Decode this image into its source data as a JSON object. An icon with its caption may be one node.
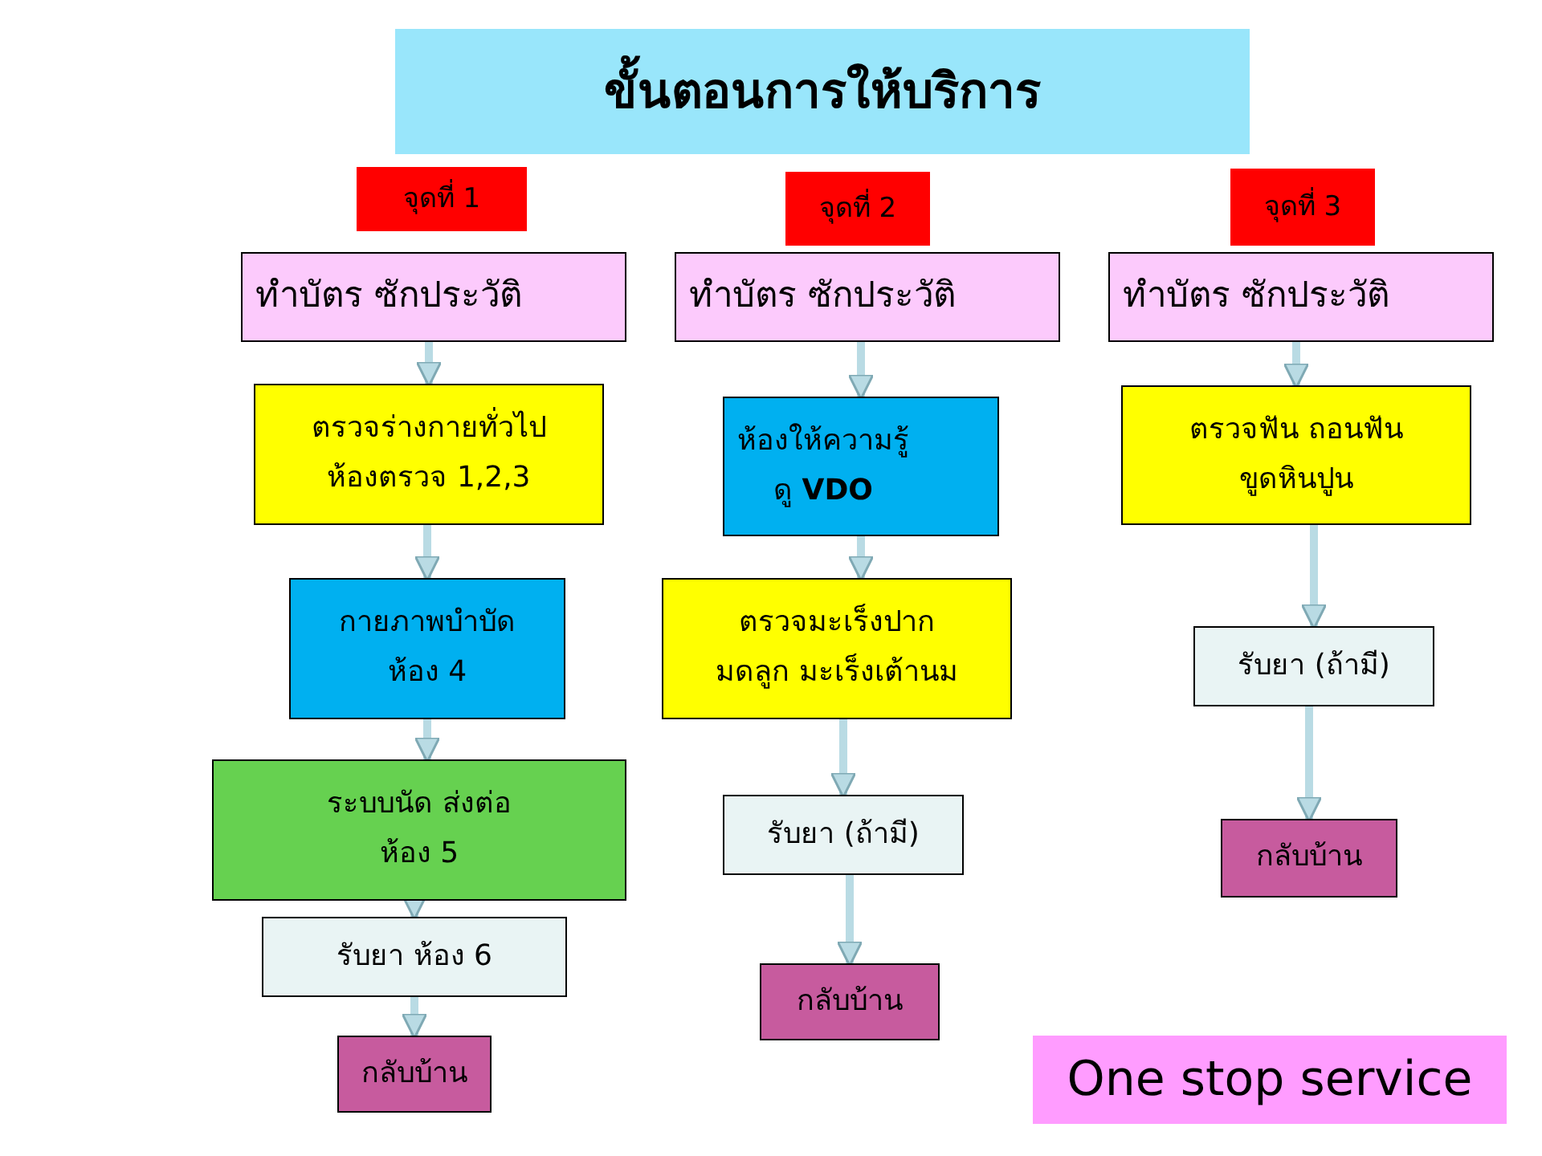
{
  "diagram": {
    "nodes": [
      {
        "text": [
          "ขั้นตอนการให้บริการ"
        ]
      },
      {
        "text": [
          "จุดที่ 1"
        ]
      },
      {
        "text": [
          "ทำบัตร ซักประวัติ"
        ]
      },
      {
        "text": [
          "ตรวจร่างกายทั่วไป ห้องตรวจ 1,2,3"
        ]
      },
      {
        "text": [
          "กายภาพบำบัด ห้อง 4"
        ]
      },
      {
        "text": [
          "ระบบนัด ส่งต่อ ห้อง 5"
        ]
      },
      {
        "text": [
          "รับยา ห้อง 6"
        ]
      },
      {
        "text": [
          "กลับบ้าน"
        ]
      },
      {
        "text": [
          "จุดที่ 2"
        ]
      },
      {
        "text": [
          "ทำบัตร ซักประวัติ"
        ]
      },
      {
        "text": [
          "ห้องให้ความรู้ ดู **VDO**"
        ]
      },
      {
        "text": [
          "ตรวจมะเร็งปาก มดลูก มะเร็งเต้านม"
        ]
      },
      {
        "text": [
          "รับยา (ถ้ามี)"
        ]
      },
      {
        "text": [
          "กลับบ้าน"
        ]
      },
      {
        "text": [
          "จุดที่ 3"
        ]
      },
      {
        "text": [
          "ทำบัตร ซักประวัติ"
        ]
      },
      {
        "text": [
          "ตรวจฟัน ถอนฟัน ขูดหินปูน"
        ]
      },
      {
        "text": [
          "รับยา (ถ้ามี)"
        ]
      },
      {
        "text": [
          "กลับบ้าน"
        ]
      },
      {
        "text": [
          "One stop service"
        ]
      }
    ],
    "edges": [
      {
        "from": 2,
        "to": 3,
        "arrow": "to"
      },
      {
        "from": 3,
        "to": 4,
        "arrow": "to"
      },
      {
        "from": 4,
        "to": 5,
        "arrow": "to"
      },
      {
        "from": 5,
        "to": 6,
        "arrow": "to"
      },
      {
        "from": 6,
        "to": 7,
        "arrow": "to"
      },
      {
        "from": 9,
        "to": 10,
        "arrow": "to"
      },
      {
        "from": 10,
        "to": 11,
        "arrow": "to"
      },
      {
        "from": 11,
        "to": 12,
        "arrow": "to"
      },
      {
        "from": 12,
        "to": 13,
        "arrow": "to"
      },
      {
        "from": 15,
        "to": 16,
        "arrow": "to"
      },
      {
        "from": 16,
        "to": 17,
        "arrow": "to"
      },
      {
        "from": 17,
        "to": 18,
        "arrow": "to"
      }
    ]
  }
}
